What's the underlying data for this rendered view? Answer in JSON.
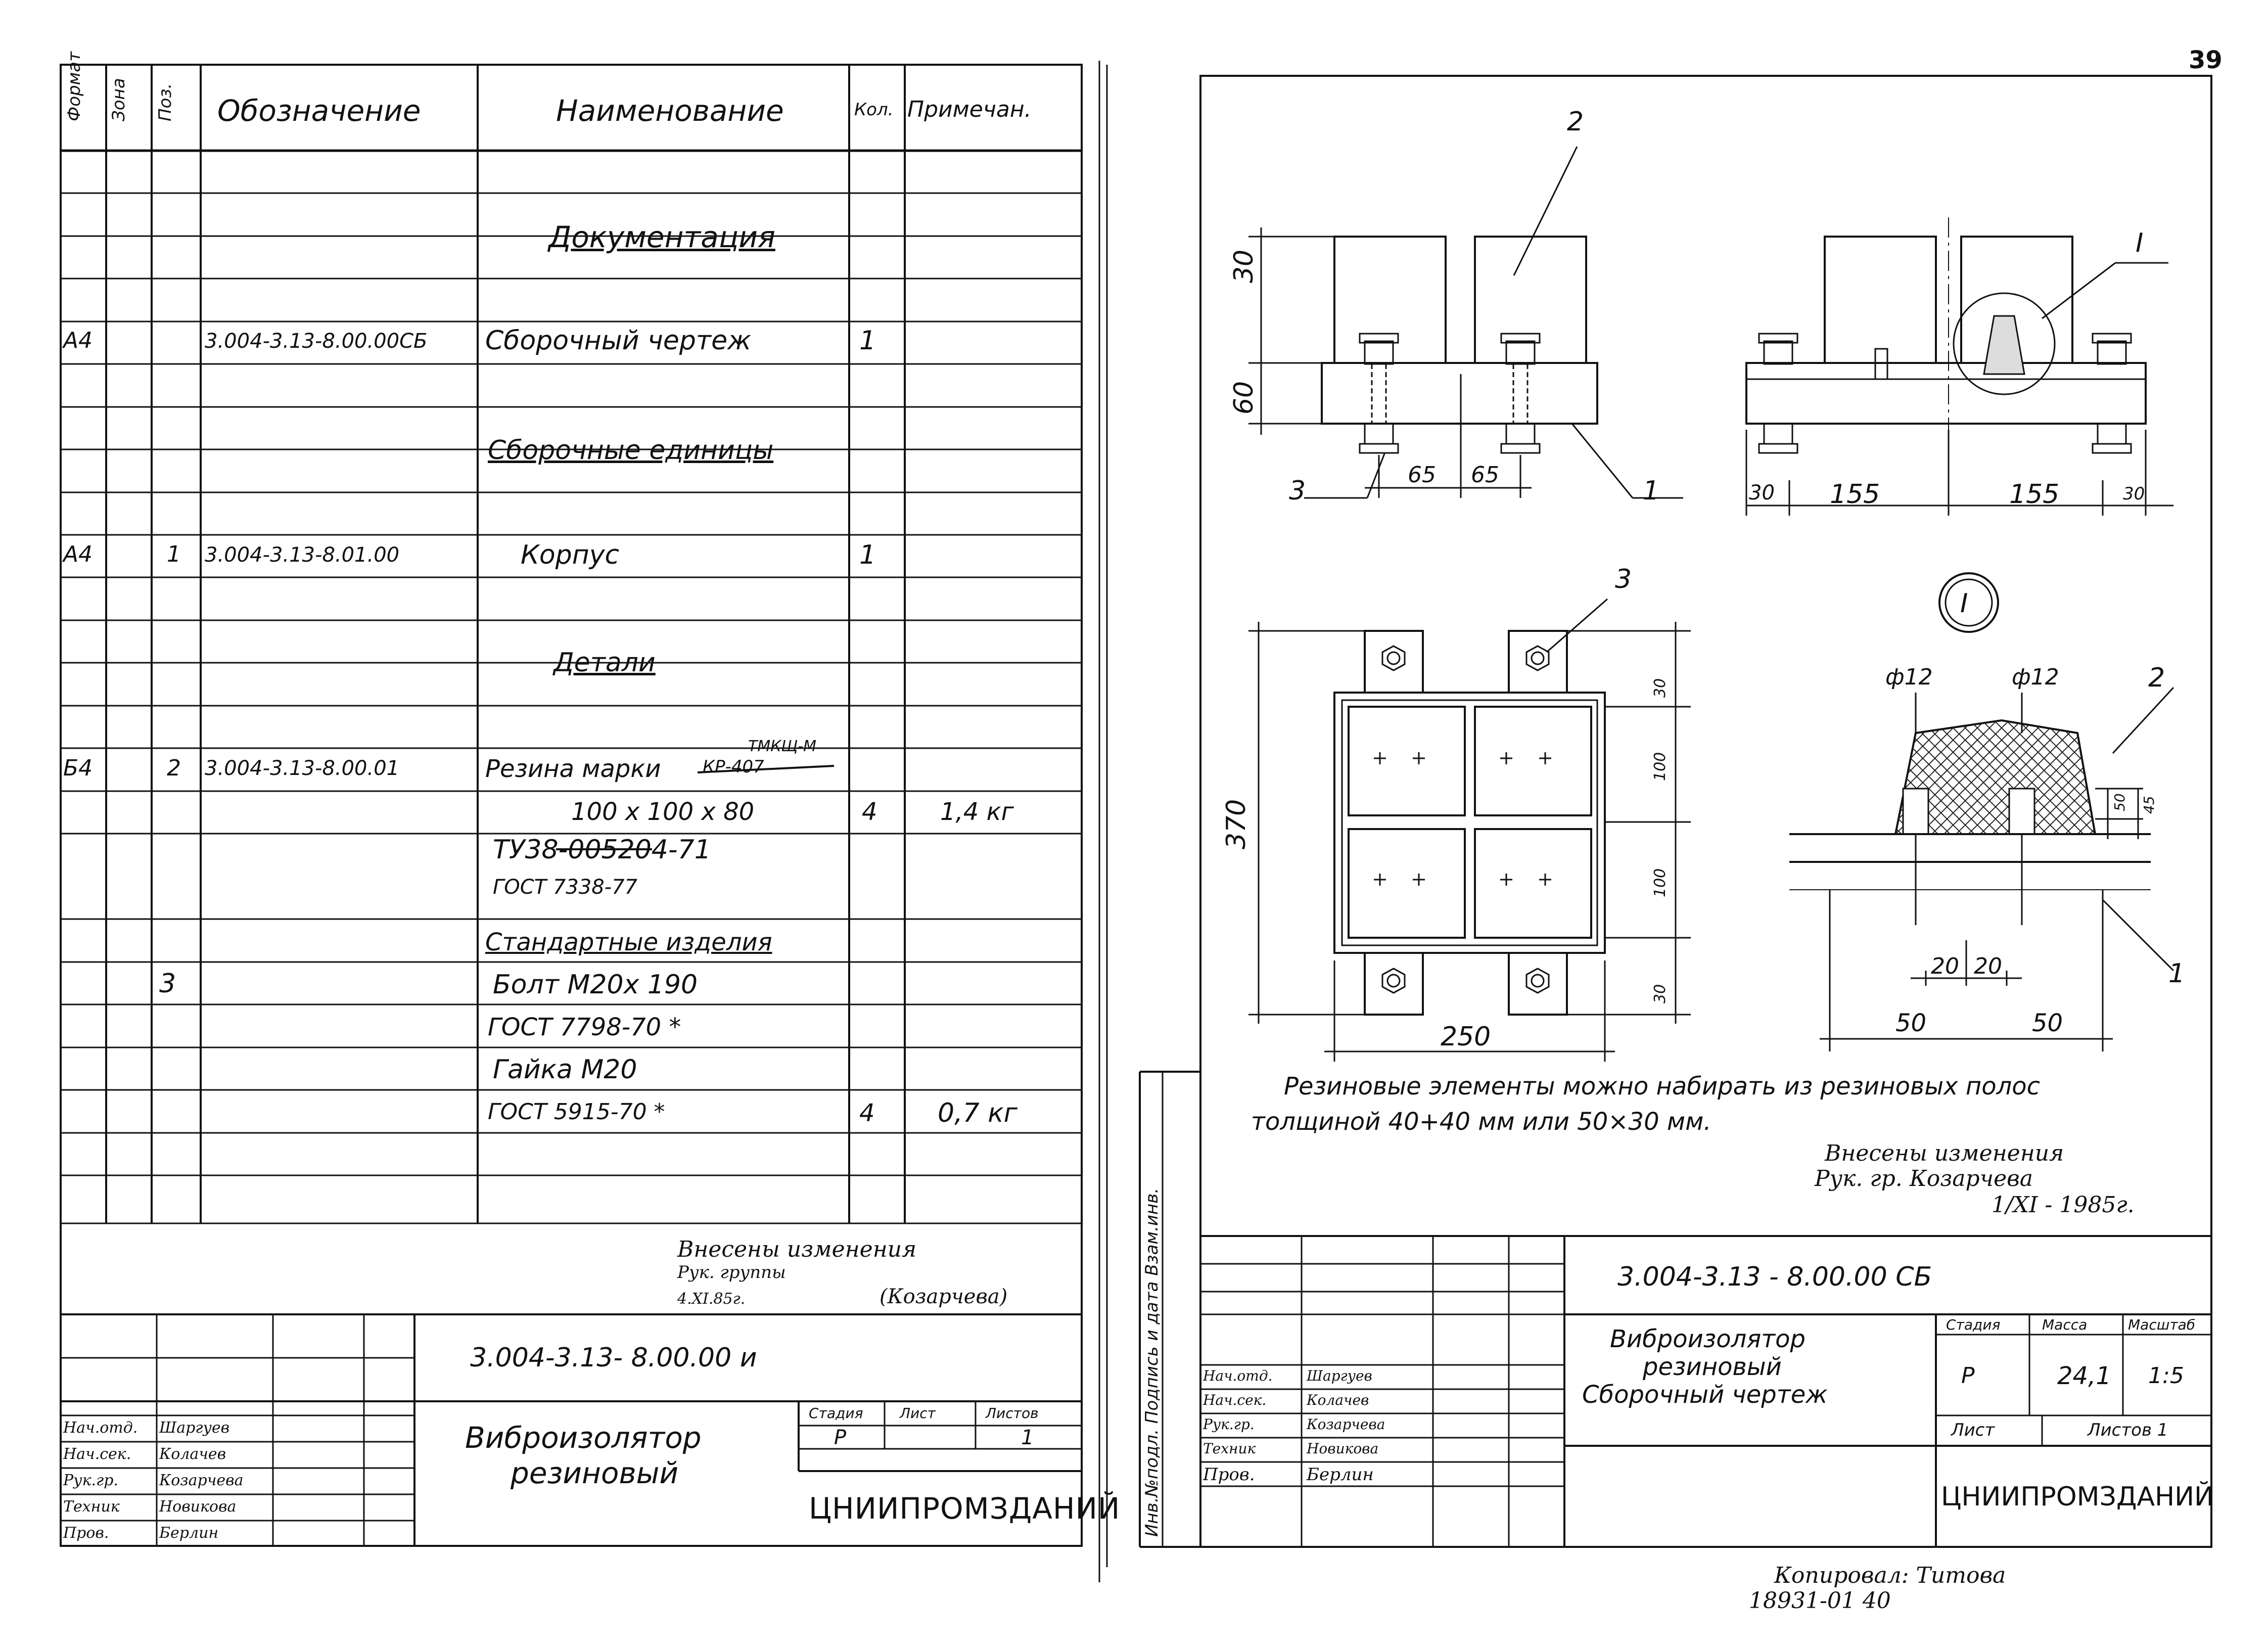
{
  "page_number": "39",
  "left_sheet": {
    "header": {
      "format": "Формат",
      "zone": "Зона",
      "pos": "Поз.",
      "designation": "Обозначение",
      "name": "Наименование",
      "qty": "Кол.",
      "note": "Примечан."
    },
    "rows": [
      {
        "section": "Документация"
      },
      {
        "format": "А4",
        "designation": "3.004-3.13-8.00.00СБ",
        "name": "Сборочный чертеж",
        "qty": "1"
      },
      {
        "section": "Сборочные единицы"
      },
      {
        "format": "А4",
        "pos": "1",
        "designation": "3.004-3.13-8.01.00",
        "name": "Корпус",
        "qty": "1"
      },
      {
        "section": "Детали"
      },
      {
        "format": "Б4",
        "pos": "2",
        "designation": "3.004-3.13-8.00.01",
        "name": "Резина марки",
        "name_sup": "ТМКЩ-М",
        "name_struck": "КР-407",
        "name2": "100 х 100 х 80",
        "qty": "4",
        "note": "1,4 кг"
      },
      {
        "name": "ТУ38-005204-71",
        "name_struck_part": "005204",
        "name2": "ГОСТ 7338-77"
      },
      {
        "section": "Стандартные изделия"
      },
      {
        "pos": "3",
        "name": "Болт М20х 190"
      },
      {
        "name": "ГОСТ 7798-70 *"
      },
      {
        "name": "Гайка М20"
      },
      {
        "name": "ГОСТ 5915-70 *",
        "qty": "4",
        "note": "0,7 кг"
      }
    ],
    "change_note": [
      "Внесены изменения",
      "Рук. группы",
      "4.XI.85г.",
      "(Козарчева)"
    ],
    "title_block": {
      "code": "3.004-3.13- 8.00.00 и",
      "title_line1": "Виброизолятор",
      "title_line2": "резиновый",
      "stage_label": "Стадия",
      "sheet_label": "Лист",
      "sheets_label": "Листов",
      "stage": "Р",
      "sheets": "1",
      "org": "ЦНИИПРОМЗДАНИЙ",
      "signatures": [
        {
          "role": "Нач.отд.",
          "name": "Шаргуев"
        },
        {
          "role": "Нач.сек.",
          "name": "Колачев"
        },
        {
          "role": "Рук.гр.",
          "name": "Козарчева"
        },
        {
          "role": "Техник",
          "name": "Новикова"
        },
        {
          "role": "Пров.",
          "name": "Берлин"
        }
      ]
    }
  },
  "right_sheet": {
    "side_stamp": "Инв.№подл. Подпись и дата Взам.инв.",
    "labels": {
      "pos1": "1",
      "pos2": "2",
      "pos3": "3",
      "detail": "I",
      "d30": "30",
      "d60": "60",
      "d65a": "65",
      "d65b": "65",
      "d30b": "30",
      "d155a": "155",
      "d155b": "155",
      "d30c": "30",
      "d370": "370",
      "d250": "250",
      "v30a": "30",
      "v100a": "100",
      "v100b": "100",
      "v30b": "30",
      "phi12a": "ф12",
      "phi12b": "ф12",
      "d20a": "20",
      "d20b": "20",
      "d50a": "50",
      "d50b": "50",
      "v50": "50",
      "v45": "45"
    },
    "note_line1": "Резиновые элементы можно набирать из резиновых полос",
    "note_line2": "толщиной 40+40 мм или 50×30 мм.",
    "change_note": [
      "Внесены изменения",
      "Рук. гр. Козарчева",
      "1/XI - 1985г."
    ],
    "title_block": {
      "code": "3.004-3.13 - 8.00.00 СБ",
      "title_line1": "Виброизолятор",
      "title_line2": "резиновый",
      "title_line3": "Сборочный чертеж",
      "stage_label": "Стадия",
      "mass_label": "Масса",
      "scale_label": "Масштаб",
      "stage": "Р",
      "mass": "24,1",
      "scale": "1:5",
      "sheet_label": "Лист",
      "sheets_label": "Листов 1",
      "org": "ЦНИИПРОМЗДАНИЙ",
      "signatures": [
        {
          "role": "Нач.отд.",
          "name": "Шаргуев"
        },
        {
          "role": "Нач.сек.",
          "name": "Колачев"
        },
        {
          "role": "Рук.гр.",
          "name": "Козарчева"
        },
        {
          "role": "Техник",
          "name": "Новикова"
        },
        {
          "role": "Пров.",
          "name": "Берлин"
        }
      ]
    }
  },
  "copy_note": [
    "Копировал: Титова",
    "18931-01 40"
  ]
}
